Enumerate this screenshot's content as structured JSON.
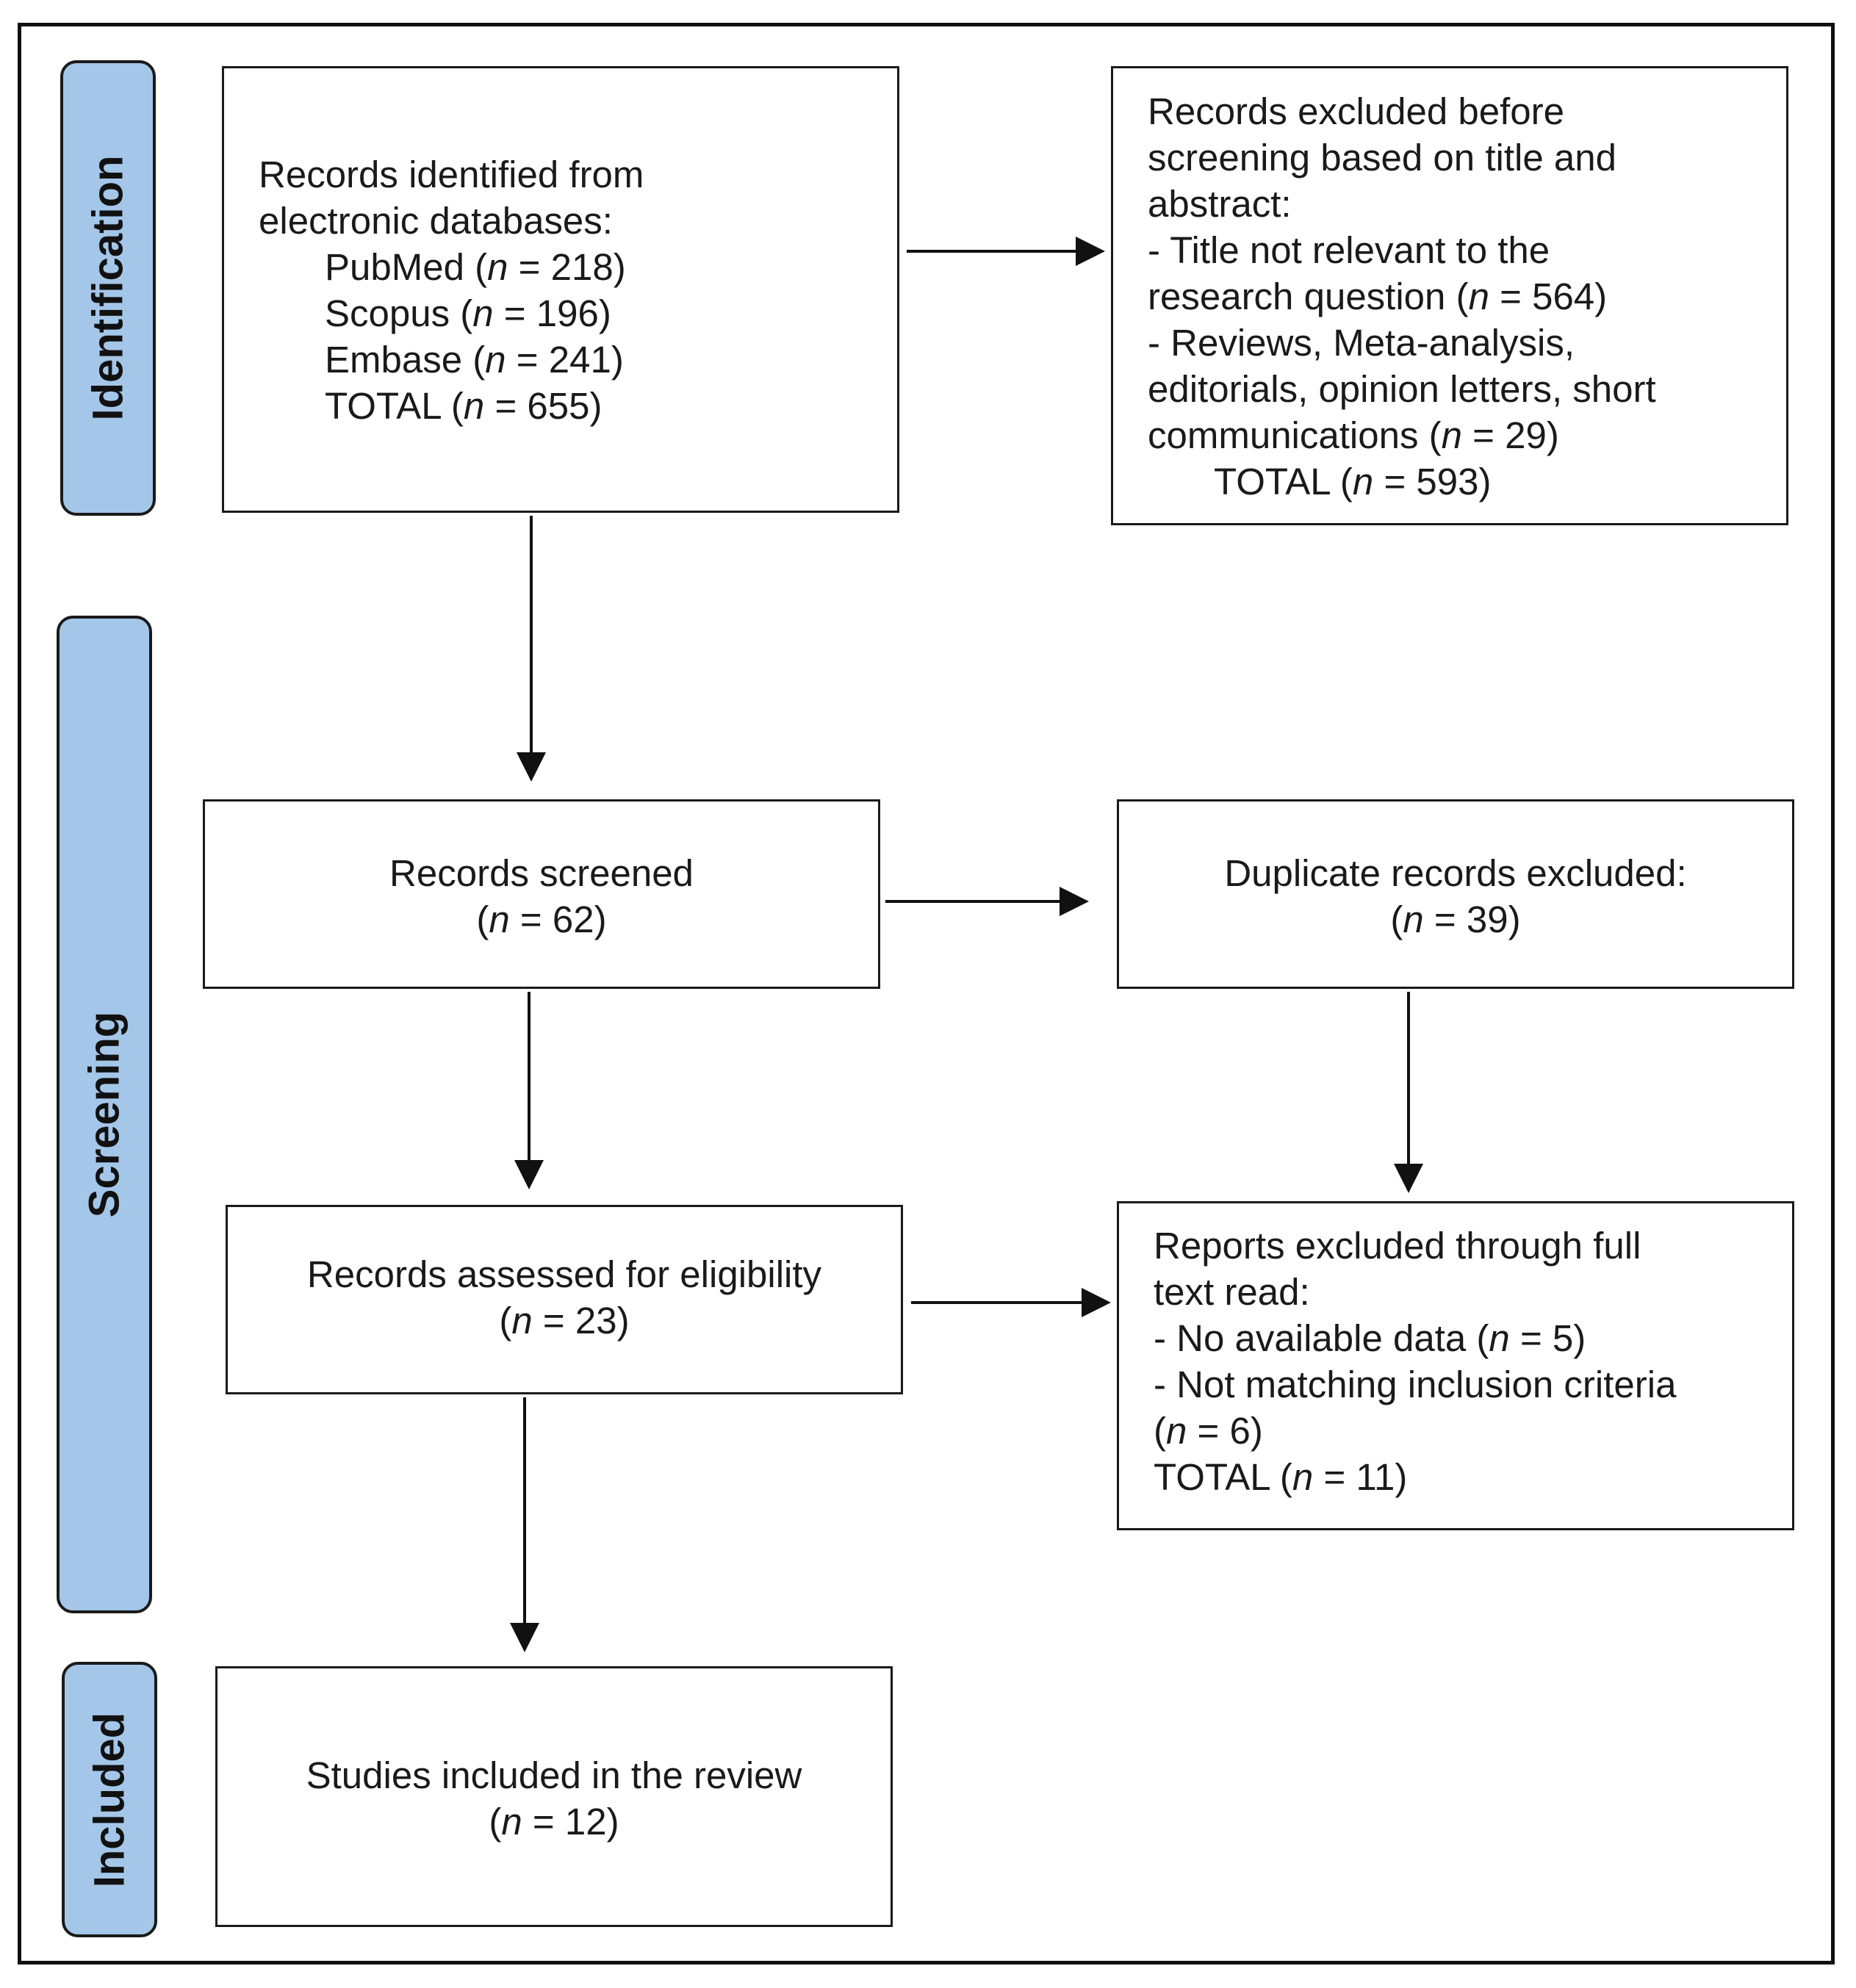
{
  "stages": {
    "identification": "Identification",
    "screening": "Screening",
    "included": "Included"
  },
  "identified": {
    "heading_line1": "Records identified from",
    "heading_line2": "electronic databases:",
    "pubmed_label": "PubMed (",
    "pubmed_n": "n",
    "pubmed_value": " = 218)",
    "scopus_label": "Scopus (",
    "scopus_n": "n",
    "scopus_value": " = 196)",
    "embase_label": "Embase (",
    "embase_n": "n",
    "embase_value": " = 241)",
    "total_label": "TOTAL (",
    "total_n": "n",
    "total_value": " = 655)"
  },
  "excluded_before": {
    "line1": "Records excluded before",
    "line2": "screening based on title and",
    "line3": "abstract:",
    "item1_line1": "- Title not relevant to the",
    "item1_line2_pre": "research question (",
    "item1_n": "n",
    "item1_value": " = 564)",
    "item2_line1": "- Reviews, Meta-analysis,",
    "item2_line2": "editorials, opinion letters, short",
    "item2_line3_pre": "communications (",
    "item2_n": "n",
    "item2_value": " = 29)",
    "total_pre": "TOTAL (",
    "total_n": "n",
    "total_value": " = 593)"
  },
  "screened": {
    "label": "Records screened",
    "paren_open": "(",
    "n": "n",
    "value": " = 62)"
  },
  "duplicates": {
    "label": "Duplicate records excluded:",
    "paren_open": "(",
    "n": "n",
    "value": " = 39)"
  },
  "eligibility": {
    "label": "Records assessed for eligibility",
    "paren_open": "(",
    "n": "n",
    "value": " = 23)"
  },
  "reports_excluded": {
    "line1": "Reports excluded through full",
    "line2": "text read:",
    "item1_pre": "- No available data (",
    "item1_n": "n",
    "item1_value": " = 5)",
    "item2_line1": "- Not matching inclusion criteria",
    "item2_line2_pre": "(",
    "item2_n": "n",
    "item2_value": " = 6)",
    "total_pre": "TOTAL (",
    "total_n": "n",
    "total_value": " = 11)"
  },
  "included": {
    "label": "Studies included in the review",
    "paren_open": "(",
    "n": "n",
    "value": " = 12)"
  }
}
